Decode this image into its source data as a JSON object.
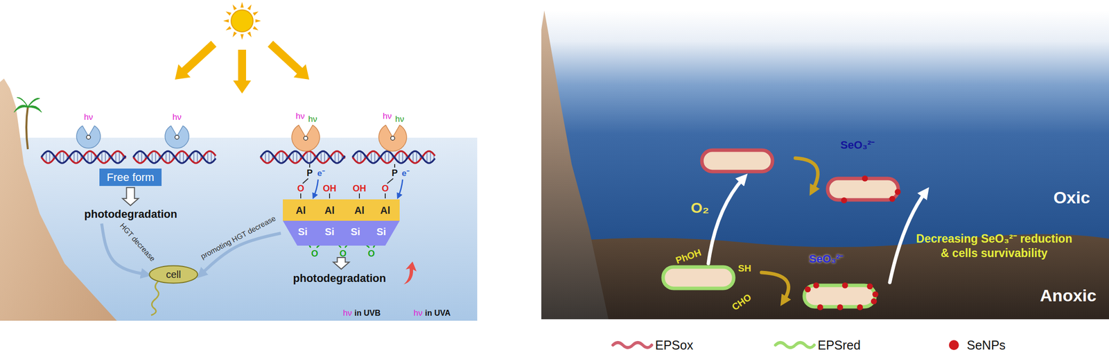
{
  "diagram": {
    "nodes": [
      {
        "text": [
          "Free form"
        ]
      },
      {
        "text": [
          "photodegradation"
        ]
      },
      {
        "text": [
          "cell"
        ]
      },
      {
        "text": [
          "Al",
          "Al",
          "Al",
          "Al"
        ]
      },
      {
        "text": [
          "Si",
          "Si",
          "Si",
          "Si"
        ]
      },
      {
        "text": [
          "photodegradation"
        ]
      }
    ],
    "edges": [
      {
        "from": 0,
        "to": 1,
        "arrow": "to"
      },
      {
        "from": 1,
        "to": 2,
        "label": "HGT decrease",
        "arrow": "to"
      },
      {
        "from": 4,
        "to": 2,
        "label": "promoting HGT decrease",
        "arrow": "to"
      },
      {
        "from": 4,
        "to": 5,
        "arrow": "to"
      }
    ],
    "labels": [
      "hν",
      "hν",
      "hν",
      "hν",
      "hν",
      "hν",
      "P",
      "P",
      "O",
      "OH",
      "OH",
      "O",
      "e⁻",
      "e⁻",
      "O",
      "O",
      "O",
      "hν",
      "in UVB",
      "hν",
      "in UVA",
      "SeO₃²⁻",
      "O₂",
      "Oxic",
      "SeO₃²⁻",
      "PhOH",
      "SH",
      "CHO",
      "Decreasing SeO₃²⁻ reduction & cells survivability",
      "Anoxic"
    ],
    "legend": [
      {
        "text": "EPSox"
      },
      {
        "text": "EPSred"
      },
      {
        "text": "SeNPs",
        "color": "#d11a1f"
      }
    ]
  }
}
